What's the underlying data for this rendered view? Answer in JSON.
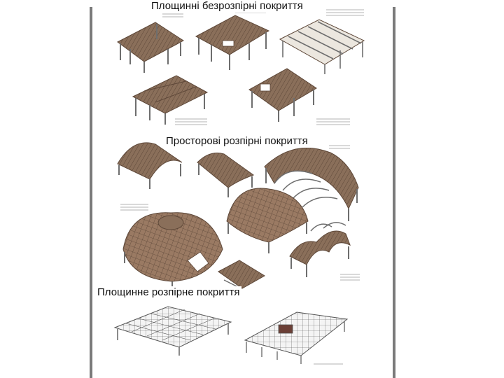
{
  "section_headings": {
    "flat_non_thrust": "Площинні безрозпірні покриття",
    "spatial_thrust": "Просторові розпірні покриття",
    "flat_thrust": "Площинне розпірне покриття"
  },
  "colors": {
    "roof_brown": "#8a6f5a",
    "roof_dark": "#5d4738",
    "frame_grey": "#6e6e6e",
    "grid_line": "#555555",
    "page_edge": "#7a7a7a"
  }
}
